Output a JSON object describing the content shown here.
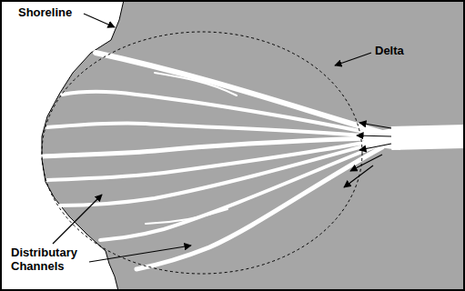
{
  "diagram": {
    "labels": [
      "Shoreline",
      "Delta",
      "Distributary Channels"
    ]
  }
}
